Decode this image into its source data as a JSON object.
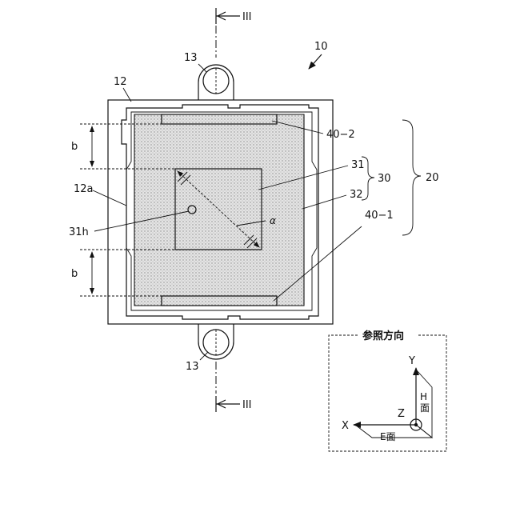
{
  "figure": {
    "assembly_ref": "10",
    "section_marker": "III",
    "refs": {
      "frame": "12",
      "frame_edge": "12a",
      "ear": "13",
      "hole": "31h",
      "window": "31",
      "assembly_30": "30",
      "carrier": "32",
      "assembly_20": "20",
      "spacer_top": "40−2",
      "spacer_bottom": "40−1",
      "gap": "b",
      "angle": "α"
    }
  },
  "reference_direction": {
    "title": "参照方向",
    "axis_y": "Y",
    "axis_x": "X",
    "axis_z": "Z",
    "plane_h": "H面",
    "plane_e": "E面"
  },
  "colors": {
    "ink": "#111111",
    "stipple": "#d4d4d4"
  }
}
